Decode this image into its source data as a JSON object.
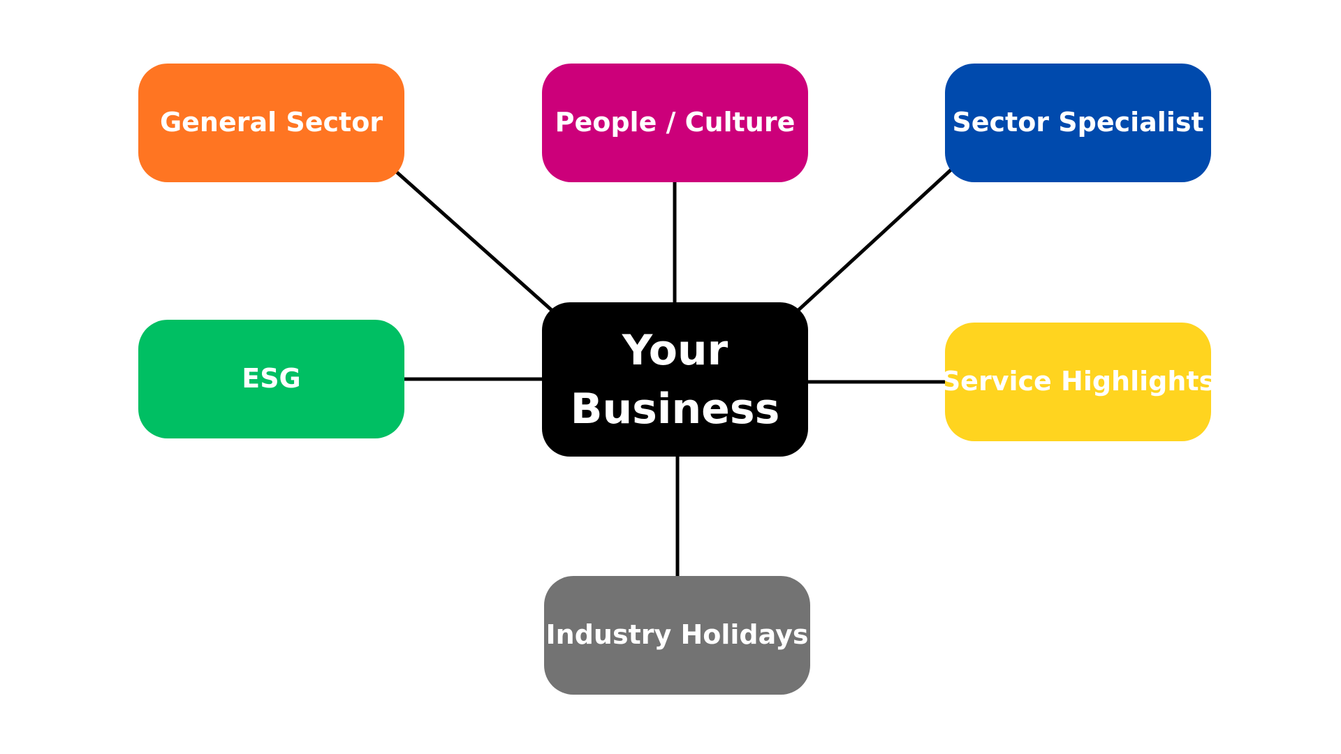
{
  "center": {
    "label": "Your Business",
    "color": "#000000"
  },
  "nodes": {
    "general_sector": {
      "label": "General Sector",
      "color": "#FF7522"
    },
    "people_culture": {
      "label": "People / Culture",
      "color": "#CC007A"
    },
    "sector_specialist": {
      "label": "Sector Specialist",
      "color": "#004AAD"
    },
    "esg": {
      "label": "ESG",
      "color": "#00BF63"
    },
    "service_highlights": {
      "label": "Service Highlights",
      "color": "#FFD41F"
    },
    "industry_holidays": {
      "label": "Industry Holidays",
      "color": "#737373"
    }
  },
  "connector_color": "#000000"
}
